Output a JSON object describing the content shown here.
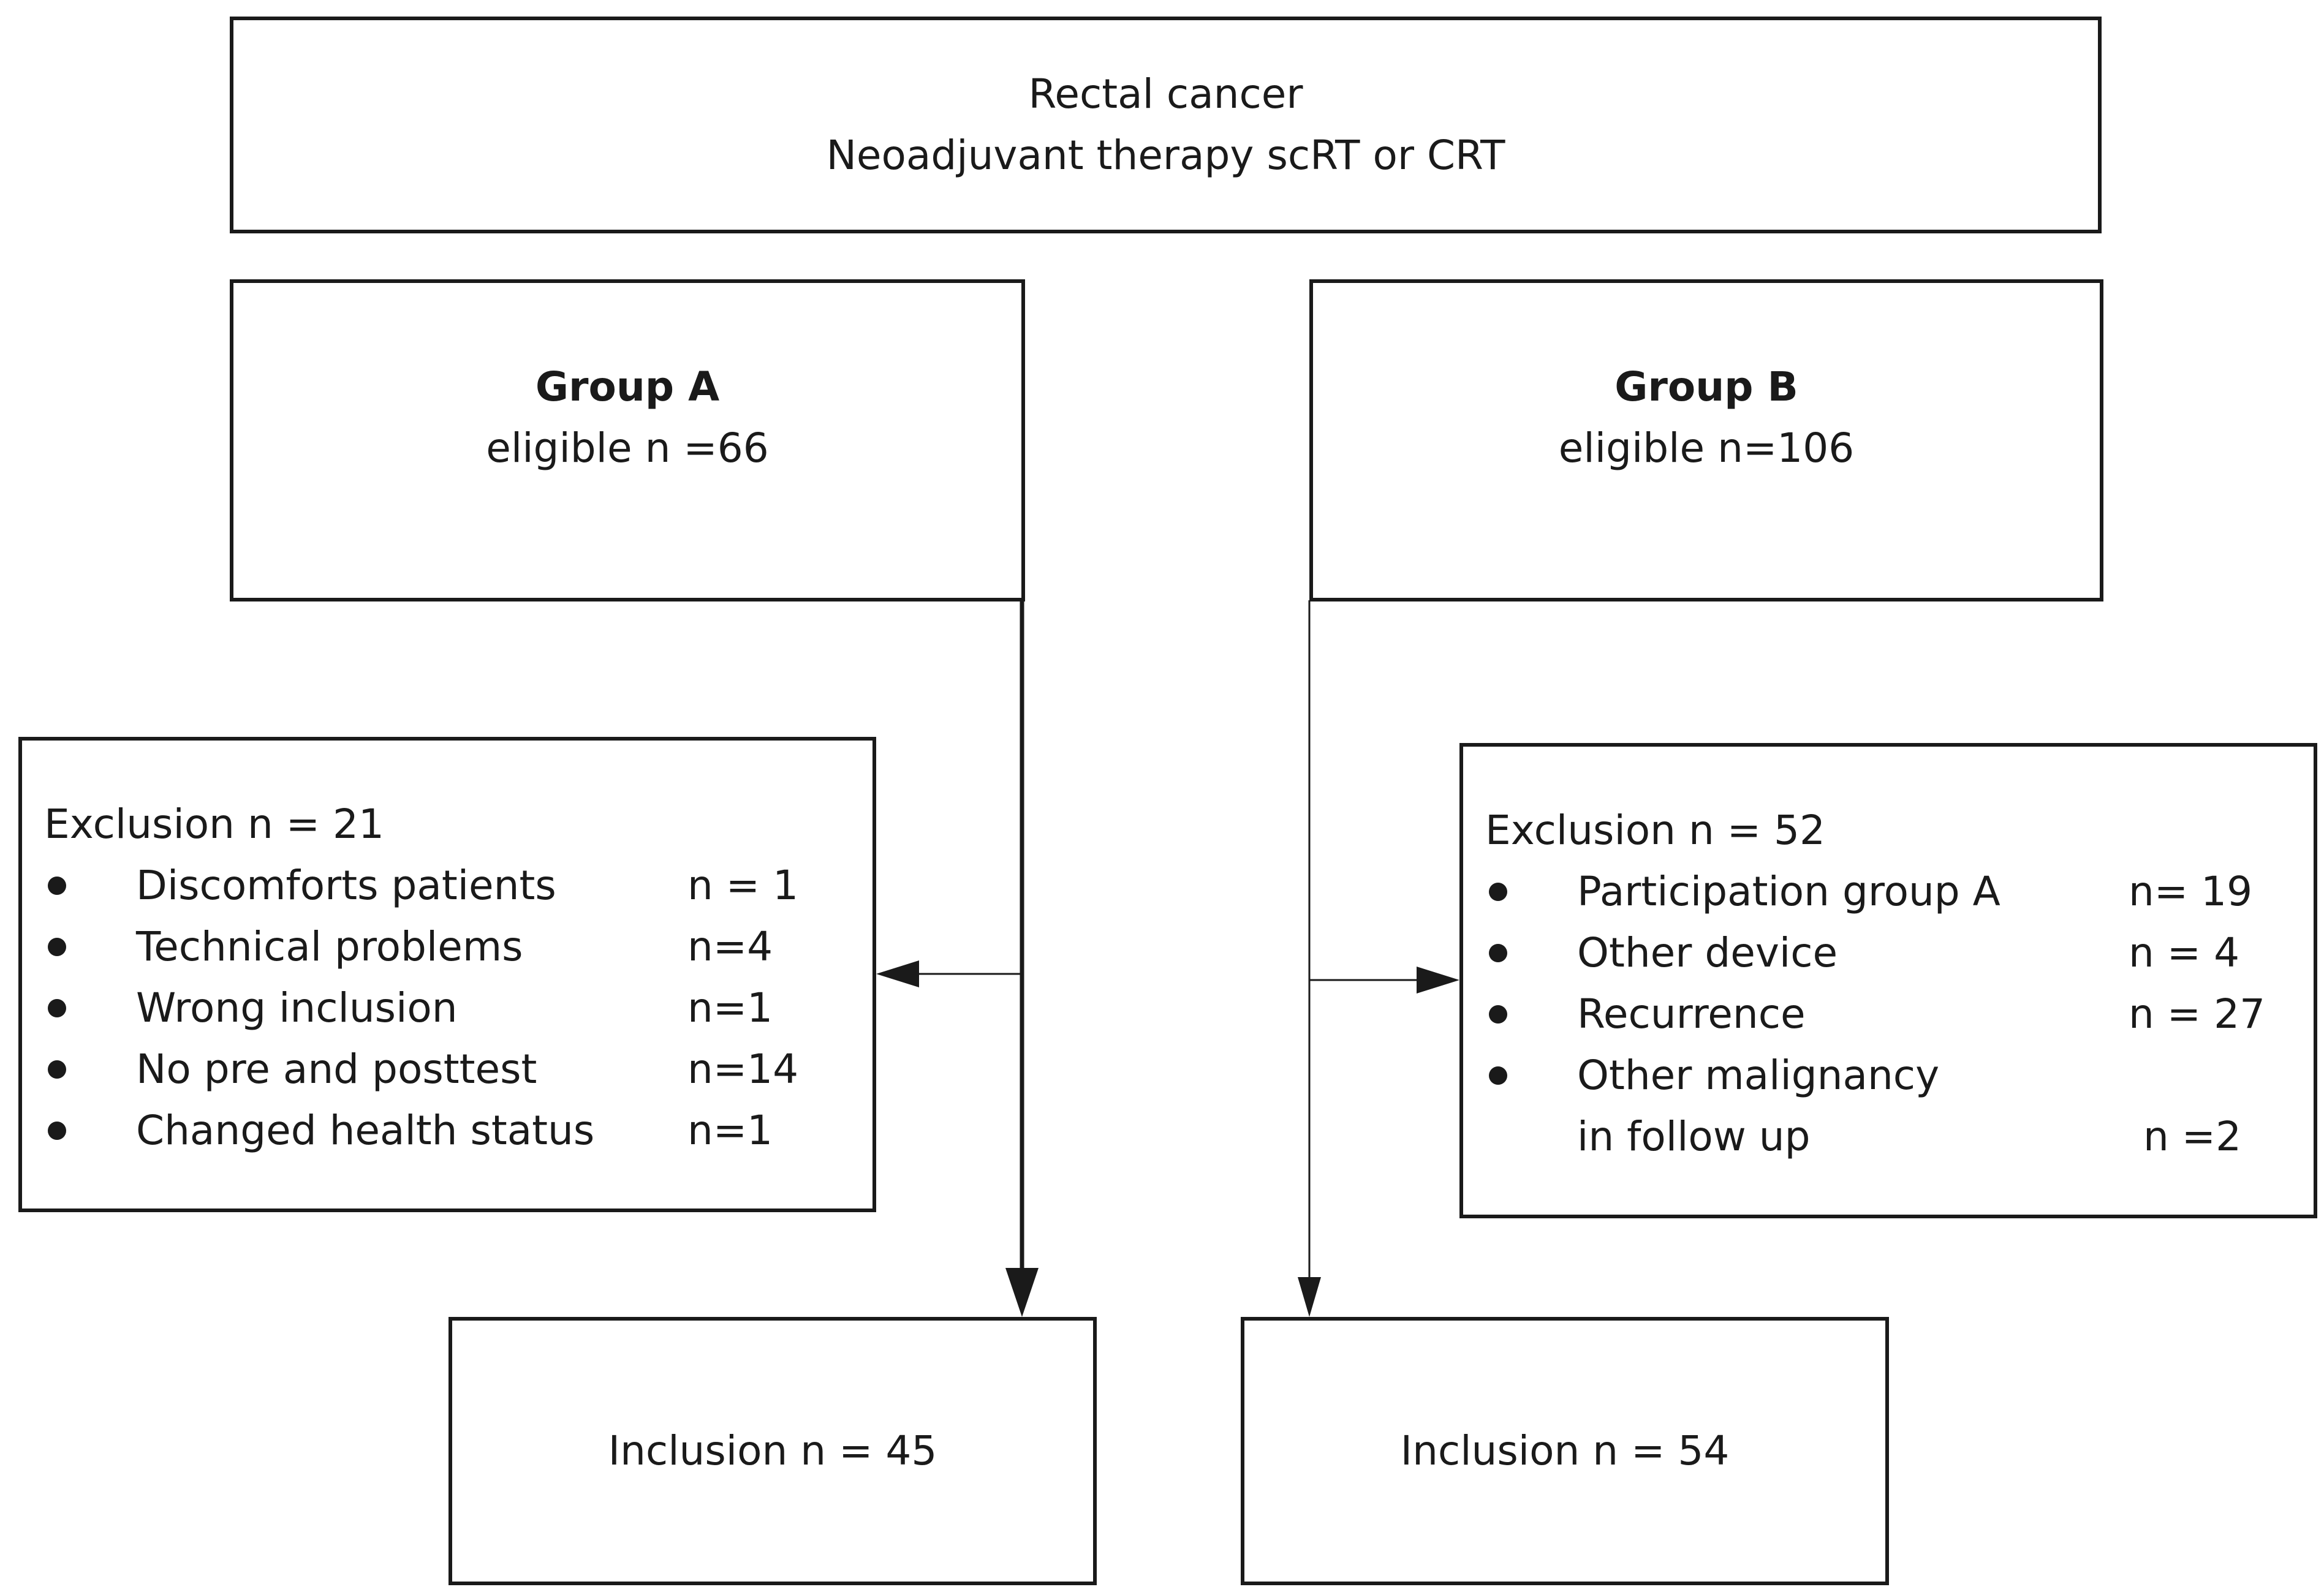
{
  "top": {
    "line1": "Rectal cancer",
    "line2": "Neoadjuvant therapy scRT or CRT"
  },
  "group_a": {
    "title": "Group A",
    "eligible": "eligible n =66"
  },
  "group_b": {
    "title": "Group B",
    "eligible": "eligible n=106"
  },
  "exclusion_a": {
    "title": "Exclusion n = 21",
    "items": [
      {
        "label": "Discomforts patients",
        "count": "n = 1"
      },
      {
        "label": "Technical problems",
        "count": "n=4"
      },
      {
        "label": "Wrong inclusion",
        "count": "n=1"
      },
      {
        "label": "No pre and posttest",
        "count": "n=14"
      },
      {
        "label": "Changed health status",
        "count": "n=1"
      }
    ]
  },
  "exclusion_b": {
    "title": "Exclusion n = 52",
    "items": [
      {
        "label": "Participation group A",
        "count": "n= 19"
      },
      {
        "label": "Other device",
        "count": "n = 4"
      },
      {
        "label": "Recurrence",
        "count": "n = 27"
      },
      {
        "label": "Other malignancy",
        "label2": "in follow up",
        "count": "n =2"
      }
    ]
  },
  "inclusion_a": {
    "label": "Inclusion n = 45"
  },
  "inclusion_b": {
    "label": "Inclusion n = 54"
  }
}
